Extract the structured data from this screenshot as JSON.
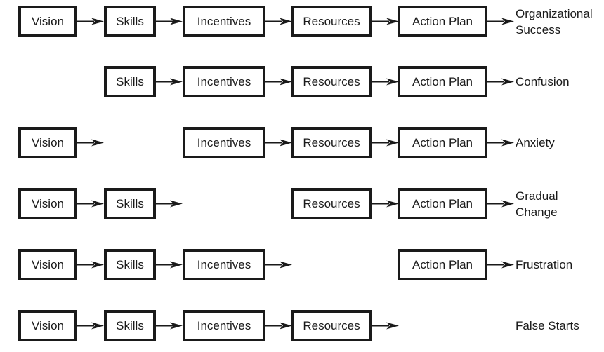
{
  "stages": [
    "Vision",
    "Skills",
    "Incentives",
    "Resources",
    "Action Plan"
  ],
  "rows": [
    {
      "present": [
        true,
        true,
        true,
        true,
        true
      ],
      "outcome": "Organizational\nSuccess"
    },
    {
      "present": [
        false,
        true,
        true,
        true,
        true
      ],
      "outcome": "Confusion"
    },
    {
      "present": [
        true,
        false,
        true,
        true,
        true
      ],
      "outcome": "Anxiety"
    },
    {
      "present": [
        true,
        true,
        false,
        true,
        true
      ],
      "outcome": "Gradual\nChange"
    },
    {
      "present": [
        true,
        true,
        true,
        false,
        true
      ],
      "outcome": "Frustration"
    },
    {
      "present": [
        true,
        true,
        true,
        true,
        false
      ],
      "outcome": "False Starts"
    }
  ]
}
